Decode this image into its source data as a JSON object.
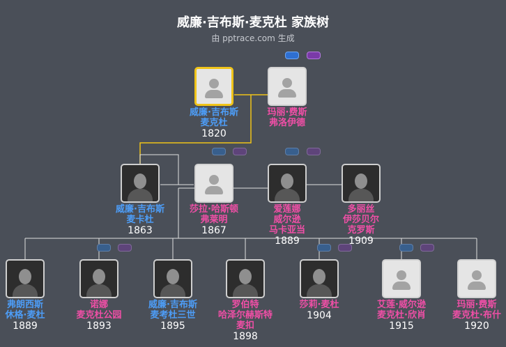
{
  "header": {
    "title": "威廉·吉布斯·麦克杜 家族树",
    "subtitle": "由 pptrace.com 生成"
  },
  "colors": {
    "background": "#4a4f58",
    "male": "#4d9df7",
    "female": "#ef4fa6",
    "selected_border": "#f0c419",
    "line": "#e0e0e0",
    "highlight_line": "#f0c419"
  },
  "people": {
    "gen1_father": {
      "name": [
        "威廉·吉布斯",
        "麦克杜"
      ],
      "year": "1820",
      "sex": "male",
      "photo": "avatar",
      "selected": true
    },
    "gen1_mother": {
      "name": [
        "玛丽·费斯",
        "弗洛伊德"
      ],
      "year": "",
      "sex": "female",
      "photo": "avatar"
    },
    "gen2_son": {
      "name": [
        "威廉·吉布斯",
        "麦卡杜"
      ],
      "year": "1863",
      "sex": "male",
      "photo": "real"
    },
    "gen2_wife1": {
      "name": [
        "莎拉·哈斯顿",
        "弗莱明"
      ],
      "year": "1867",
      "sex": "female",
      "photo": "avatar"
    },
    "gen2_wife2": {
      "name": [
        "爱莲娜",
        "威尔逊",
        "马卡亚当"
      ],
      "year": "1889",
      "sex": "female",
      "photo": "real"
    },
    "gen2_wife3": {
      "name": [
        "多丽丝",
        "伊莎贝尔",
        "克罗斯"
      ],
      "year": "1909",
      "sex": "female",
      "photo": "real"
    },
    "gen3_c1": {
      "name": [
        "弗朗西斯",
        "休格·麦杜"
      ],
      "year": "1889",
      "sex": "male",
      "photo": "real"
    },
    "gen3_c2": {
      "name": [
        "诺娜",
        "麦克杜公园"
      ],
      "year": "1893",
      "sex": "female",
      "photo": "real"
    },
    "gen3_c3": {
      "name": [
        "威廉·吉布斯",
        "麦考杜三世"
      ],
      "year": "1895",
      "sex": "male",
      "photo": "real"
    },
    "gen3_c4": {
      "name": [
        "罗伯特",
        "哈泽尔赫斯特",
        "麦扣"
      ],
      "year": "1898",
      "sex": "female",
      "photo": "real"
    },
    "gen3_c5": {
      "name": [
        "莎莉·麦杜"
      ],
      "year": "1904",
      "sex": "female",
      "photo": "real"
    },
    "gen3_c6": {
      "name": [
        "艾莲·威尔逊",
        "麦克杜·欣肖"
      ],
      "year": "1915",
      "sex": "female",
      "photo": "avatar"
    },
    "gen3_c7": {
      "name": [
        "玛丽·费斯",
        "麦克杜·布什"
      ],
      "year": "1920",
      "sex": "female",
      "photo": "avatar"
    }
  }
}
